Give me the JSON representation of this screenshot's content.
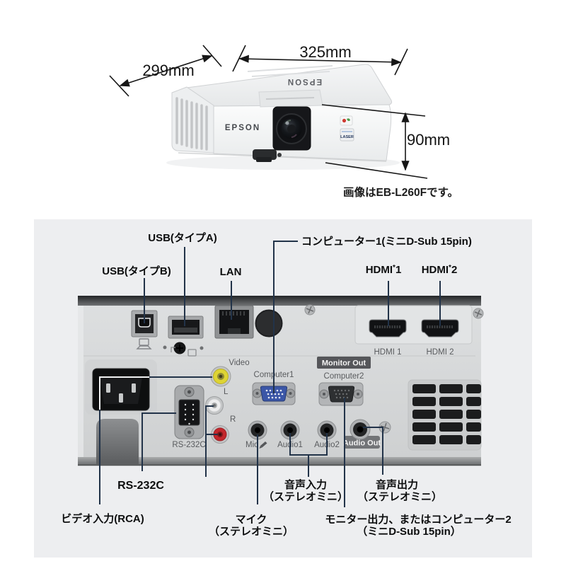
{
  "page": {
    "background": "#ffffff",
    "section_background": "#edeef0",
    "leader_line_color": "#223349"
  },
  "product": {
    "brand": "EPSON",
    "laser_badge": "LASER",
    "caption": "画像はEB-L260Fです。",
    "dimensions": {
      "width": "325mm",
      "depth": "299mm",
      "height": "90mm"
    }
  },
  "rear_panel": {
    "callouts_top": {
      "usb_type_b": "USB(タイプB)",
      "usb_type_a": "USB(タイプA)",
      "lan": "LAN",
      "computer1": "コンピューター1(ミニD-Sub 15pin)",
      "hdmi1": {
        "base": "HDMI",
        "sup": "*",
        "num": "1"
      },
      "hdmi2": {
        "base": "HDMI",
        "sup": "*",
        "num": "2"
      }
    },
    "printed_labels": {
      "video": "Video",
      "audio_l": "L",
      "audio_r": "R",
      "computer1": "Computer1",
      "monitor_out": "Monitor Out",
      "computer2": "Computer2",
      "mic": "Mic",
      "audio1": "Audio1",
      "audio2": "Audio2",
      "audio_out": "Audio Out",
      "rs232c": "RS-232C",
      "hdmi1": "HDMI 1",
      "hdmi2": "HDMI 2"
    },
    "callouts_bottom": {
      "rs232c": "RS-232C",
      "video_input": "ビデオ入力(RCA)",
      "mic_line1": "マイク",
      "mic_line2": "（ステレオミニ）",
      "audio_input_line1": "音声入力",
      "audio_input_line2": "（ステレオミニ）",
      "audio_output_line1": "音声出力",
      "audio_output_line2": "（ステレオミニ）",
      "monitor_out_line1": "モニター出力、またはコンピューター2",
      "monitor_out_line2": "（ミニD-Sub 15pin）"
    }
  }
}
